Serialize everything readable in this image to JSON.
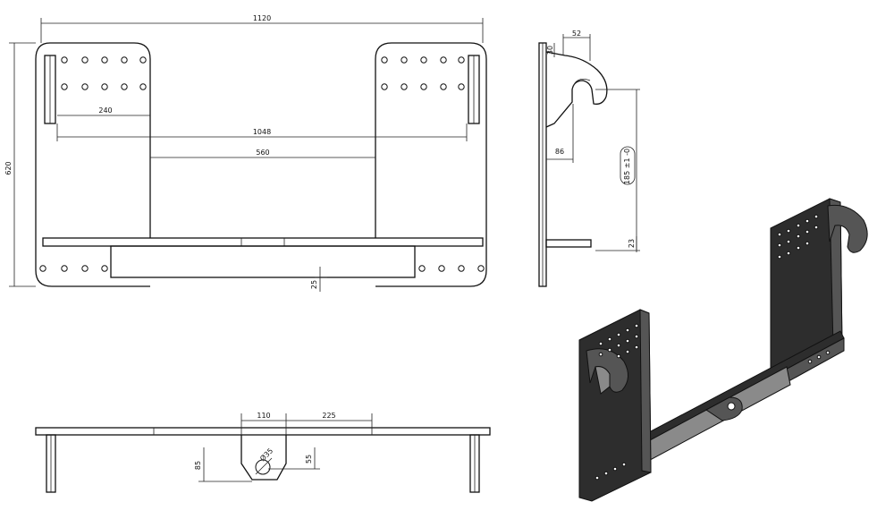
{
  "dimensions": {
    "overall_width": "1120",
    "plate_edge_spacing": "240",
    "hole_span": "1048",
    "inner_gap": "560",
    "overall_height": "620",
    "bar_offset": "25",
    "hook_width": "52",
    "hook_top_offset": "30",
    "hook_depth": "86",
    "hook_height_tol": "185 ±1 -0",
    "base_thickness": "23",
    "bracket_offset": "110",
    "bracket_spacing": "225",
    "bracket_height": "85",
    "hole_center": "55",
    "hole_diameter": "Ø35"
  },
  "views": [
    "front-view",
    "side-view",
    "top-view",
    "isometric-view"
  ]
}
